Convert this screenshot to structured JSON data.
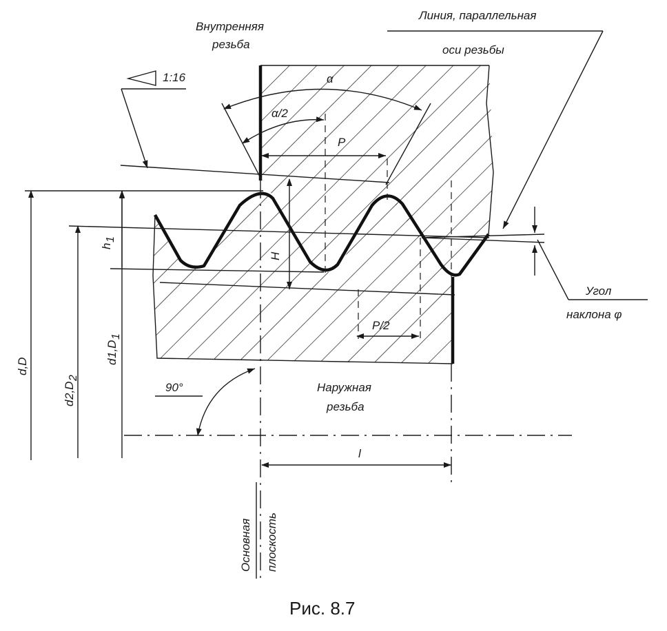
{
  "labels": {
    "internal_thread_1": "Внутренняя",
    "internal_thread_2": "резьба",
    "parallel_line_1": "Линия, параллельная",
    "parallel_line_2": "оси резьбы",
    "taper": "1:16",
    "alpha": "α",
    "alpha_half": "α/2",
    "pitch": "P",
    "half_pitch": "P/2",
    "H": "H",
    "h1": "h",
    "h1_sub": "1",
    "d_D": "d,D",
    "d2_D2": "d",
    "d2_D2_rest": "2,D",
    "d2_D2_sub": "2",
    "d1_D1": "d",
    "d1_D1_rest": "1,D",
    "d1_D1_sub": "1",
    "angle_incline_1": "Угол",
    "angle_incline_2": "наклона φ",
    "right_angle": "90°",
    "external_thread_1": "Наружная",
    "external_thread_2": "резьба",
    "length": "l",
    "basic_plane_1": "Основная",
    "basic_plane_2": "плоскость",
    "caption": "Рис. 8.7"
  },
  "colors": {
    "ink": "#1a1a1a",
    "background": "#ffffff"
  }
}
